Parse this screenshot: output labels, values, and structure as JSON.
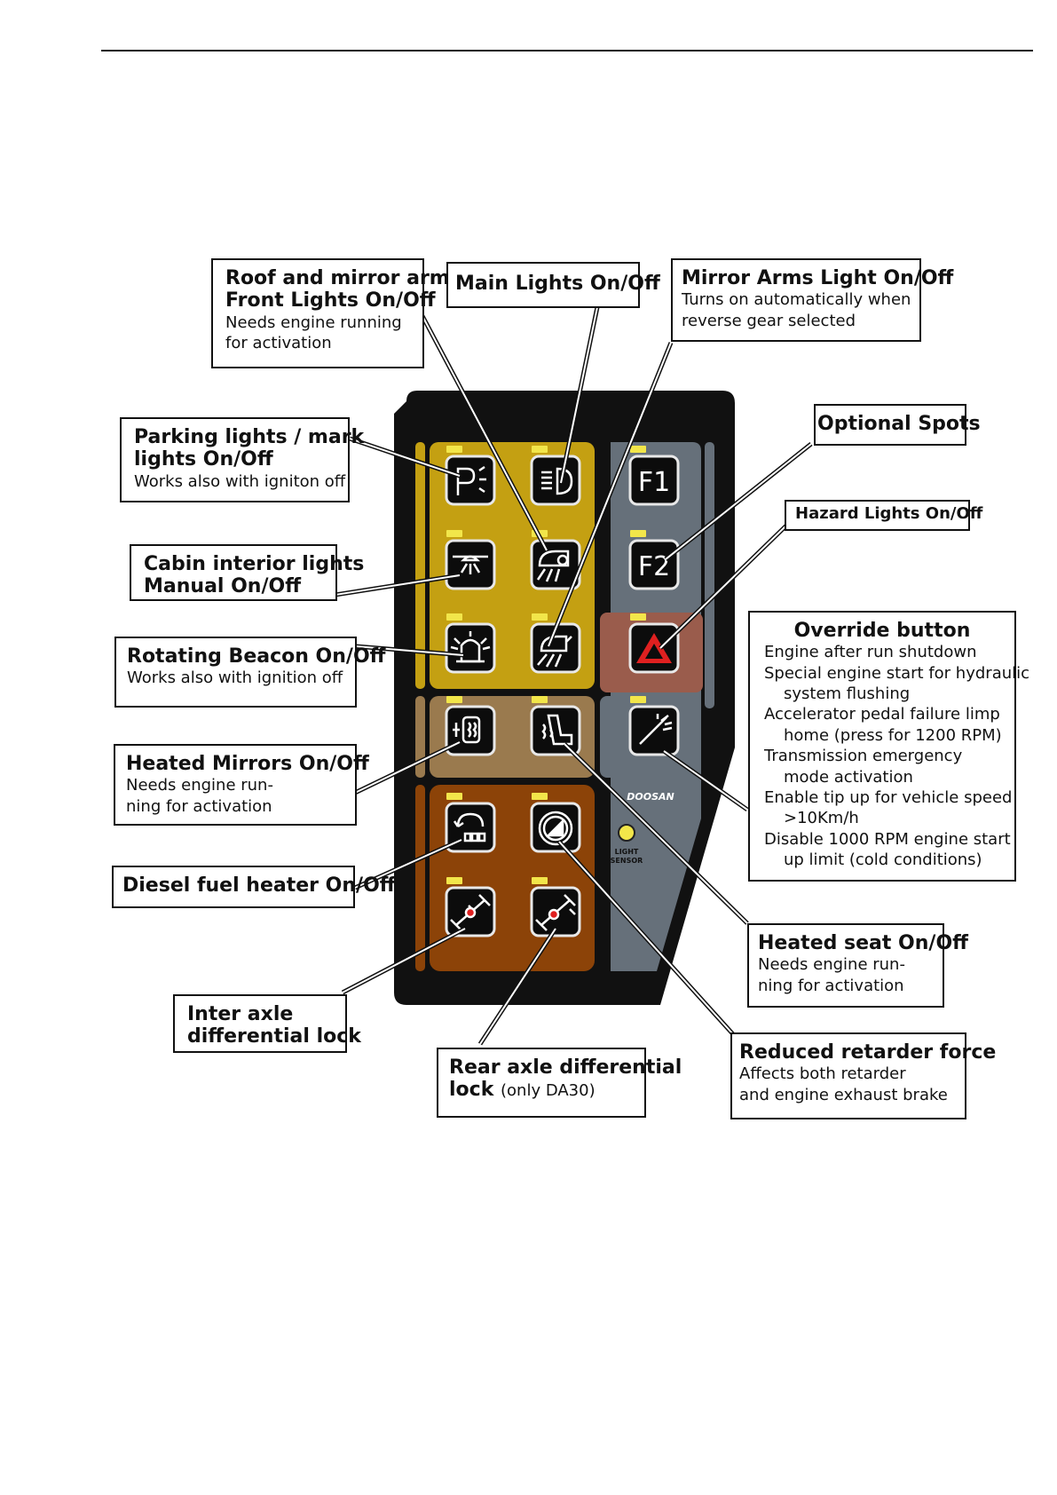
{
  "callouts": {
    "roof_front": {
      "title1": "Roof  and mirror arm",
      "title2": "Front Lights  On/Off",
      "sub1": "Needs engine running",
      "sub2": "for activation"
    },
    "main_lights": {
      "title": "Main Lights On/Off"
    },
    "mirror_arms": {
      "title": "Mirror Arms Light On/Off",
      "sub1": "Turns on automatically when",
      "sub2": "reverse gear selected"
    },
    "parking": {
      "title1": "Parking lights / mark",
      "title2": "lights On/Off",
      "sub1": "Works also with igniton off"
    },
    "cabin": {
      "title1": "Cabin interior lights",
      "title2": "Manual On/Off"
    },
    "beacon": {
      "title": "Rotating Beacon On/Off",
      "sub1": "Works also with ignition off"
    },
    "heated_mirrors": {
      "title": "Heated Mirrors On/Off",
      "sub1": "Needs engine run-",
      "sub2": "ning for activation"
    },
    "diesel": {
      "title": "Diesel fuel heater On/Off"
    },
    "inter_axle": {
      "title1": "Inter axle",
      "title2": "differential lock"
    },
    "rear_axle": {
      "title1": "Rear axle differential",
      "title2": "lock",
      "note": "(only DA30)"
    },
    "optional_spots": {
      "title": "Optional Spots"
    },
    "hazard": {
      "title": "Hazard Lights On/Off"
    },
    "override": {
      "title": "Override button",
      "line1": "Engine after run shutdown",
      "line2": "Special engine start for hydraulic",
      "line3": "system flushing",
      "line4": "Accelerator pedal failure limp",
      "line5": "home (press for 1200 RPM)",
      "line6": "Transmission emergency",
      "line7": "mode activation",
      "line8": "Enable tip up for vehicle speed",
      "line9": ">10Km/h",
      "line10": "Disable 1000 RPM engine start",
      "line11": "up limit (cold conditions)"
    },
    "heated_seat": {
      "title": "Heated seat On/Off",
      "sub1": "Needs engine run-",
      "sub2": "ning for activation"
    },
    "retarder": {
      "title": "Reduced retarder force",
      "sub1": "Affects both retarder",
      "sub2": "and engine exhaust brake"
    }
  },
  "panel": {
    "brand": "DOOSAN",
    "sensor_line1": "LIGHT",
    "sensor_line2": "SENSOR",
    "f1_label": "F1",
    "f2_label": "F2"
  },
  "colors": {
    "panel_body": "#111111",
    "zone_yellow": "#c4a012",
    "zone_grey": "#66707a",
    "zone_tan": "#9a7a4e",
    "zone_brown": "#8c4308",
    "zone_hazard": "#9a5c4c",
    "led": "#f2e64a",
    "hazard_red": "#e02020"
  },
  "icons": [
    "parking-light-icon",
    "main-light-icon",
    "f1-icon",
    "cabin-light-icon",
    "front-light-icon",
    "f2-icon",
    "beacon-icon",
    "work-light-icon",
    "hazard-icon",
    "heated-mirror-icon",
    "heated-seat-icon",
    "override-icon",
    "diesel-heater-icon",
    "retarder-icon",
    "inter-axle-icon",
    "rear-axle-icon"
  ]
}
